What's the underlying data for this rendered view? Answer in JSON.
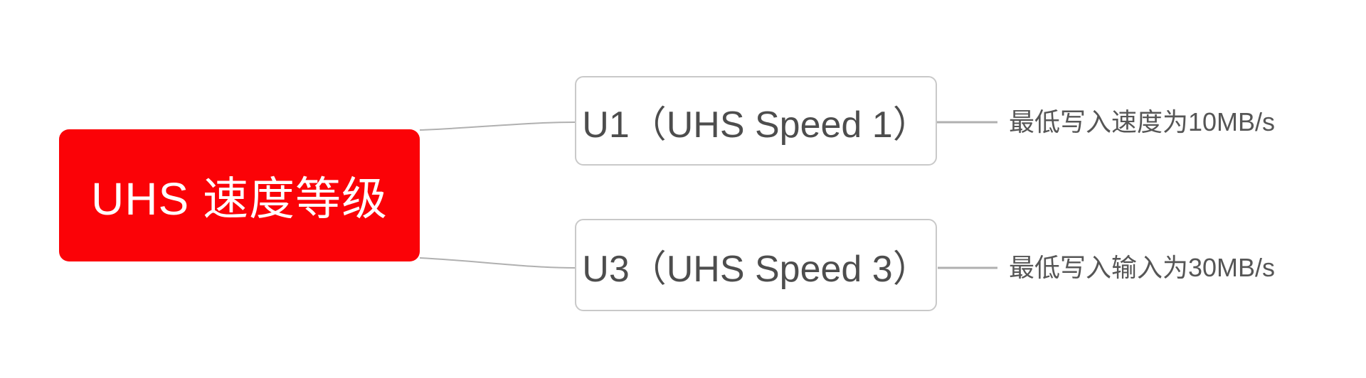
{
  "diagram": {
    "title_node": {
      "label": "UHS 速度等级",
      "fill_color": "#fb0207",
      "text_color": "#ffffff"
    },
    "branches": [
      {
        "node_label": "U1（UHS Speed 1）",
        "annotation": "最低写入速度为10MB/s"
      },
      {
        "node_label": "U3（UHS Speed 3）",
        "annotation": "最低写入输入为30MB/s"
      }
    ],
    "style": {
      "child_border_color": "#c9c9c9",
      "child_text_color": "#4d4d4d",
      "connector_color": "#b0b0b0",
      "annotation_text_color": "#565656",
      "background_color": "#ffffff"
    }
  }
}
